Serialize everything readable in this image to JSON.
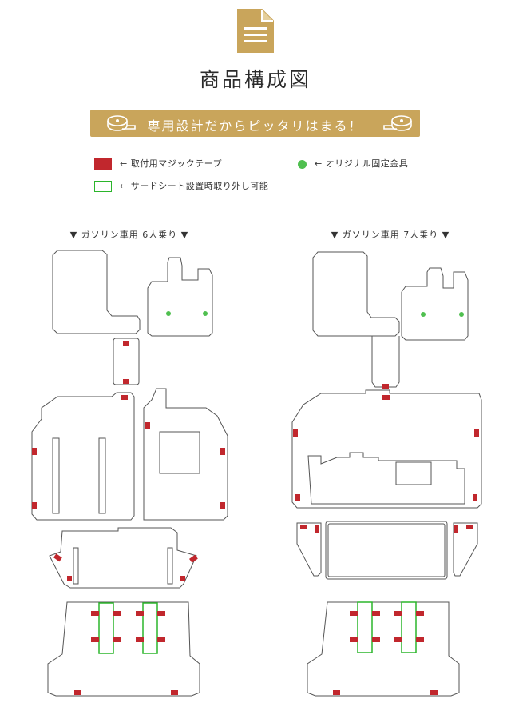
{
  "header": {
    "icon": "document-icon",
    "title": "商品構成図"
  },
  "banner": {
    "text": "専用設計だからピッタリはまる！",
    "icon": "tape-measure-icon",
    "color": "#c9a55b"
  },
  "legend": {
    "magic_tape": "← 取付用マジックテープ",
    "original_fitting": "← オリジナル固定金具",
    "removable": "← サードシート設置時取り外し可能",
    "colors": {
      "magic_tape": "#c1272d",
      "fitting": "#4fbf4f",
      "removable": "#2bb52b"
    }
  },
  "sections": {
    "six_seat": "▼ ガソリン車用 6人乗り ▼",
    "seven_seat": "▼ ガソリン車用 7人乗り ▼"
  }
}
